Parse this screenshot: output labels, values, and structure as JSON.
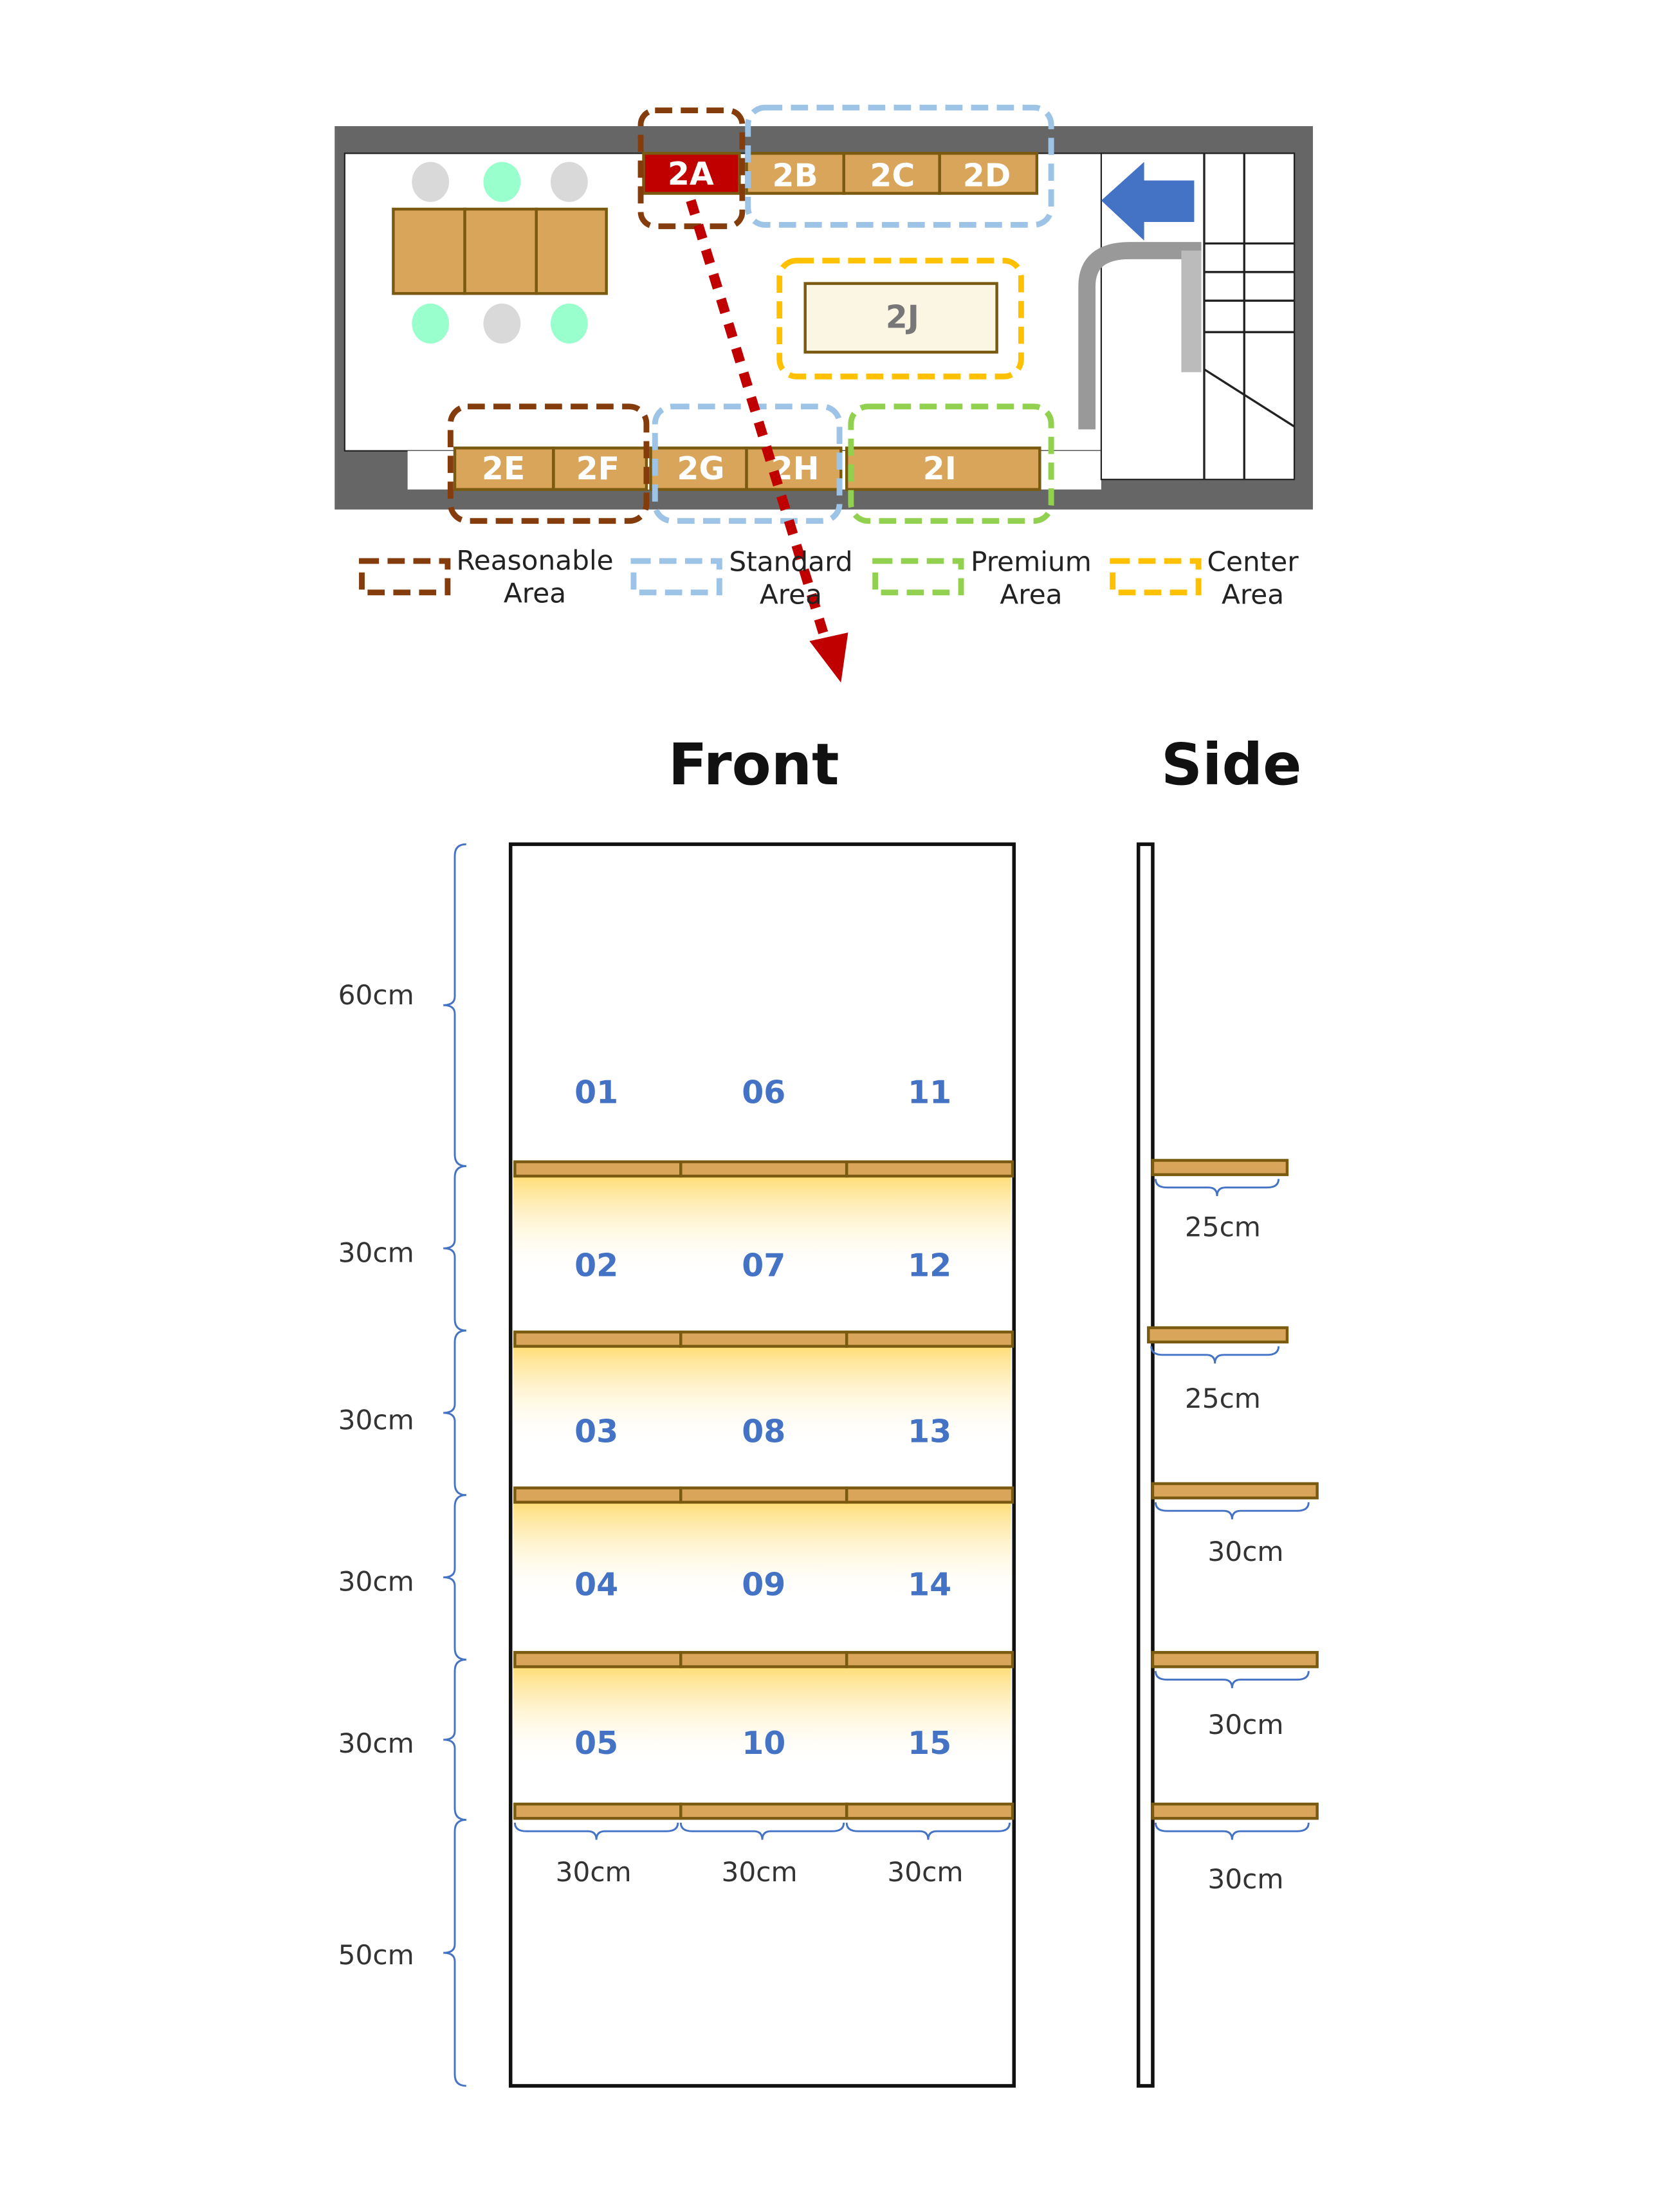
{
  "floor_plan": {
    "slots_top": [
      "2A",
      "2B",
      "2C",
      "2D"
    ],
    "slots_bottom": [
      "2E",
      "2F",
      "2G",
      "2H",
      "2I"
    ],
    "center_slot": "2J",
    "legend": [
      {
        "line1": "Reasonable",
        "line2": "Area",
        "color": "#843c0c"
      },
      {
        "line1": "Standard",
        "line2": "Area",
        "color": "#9dc3e6"
      },
      {
        "line1": "Premium",
        "line2": "Area",
        "color": "#92d050"
      },
      {
        "line1": "Center",
        "line2": "Area",
        "color": "#ffc000"
      }
    ],
    "highlight_color": "#c00000"
  },
  "front": {
    "title": "Front",
    "numbers": [
      [
        "01",
        "06",
        "11"
      ],
      [
        "02",
        "07",
        "12"
      ],
      [
        "03",
        "08",
        "13"
      ],
      [
        "04",
        "09",
        "14"
      ],
      [
        "05",
        "10",
        "15"
      ]
    ],
    "heights": [
      "60cm",
      "30cm",
      "30cm",
      "30cm",
      "30cm",
      "50cm"
    ],
    "widths": [
      "30cm",
      "30cm",
      "30cm"
    ]
  },
  "side": {
    "title": "Side",
    "depths": [
      "25cm",
      "25cm",
      "30cm",
      "30cm",
      "30cm"
    ]
  }
}
